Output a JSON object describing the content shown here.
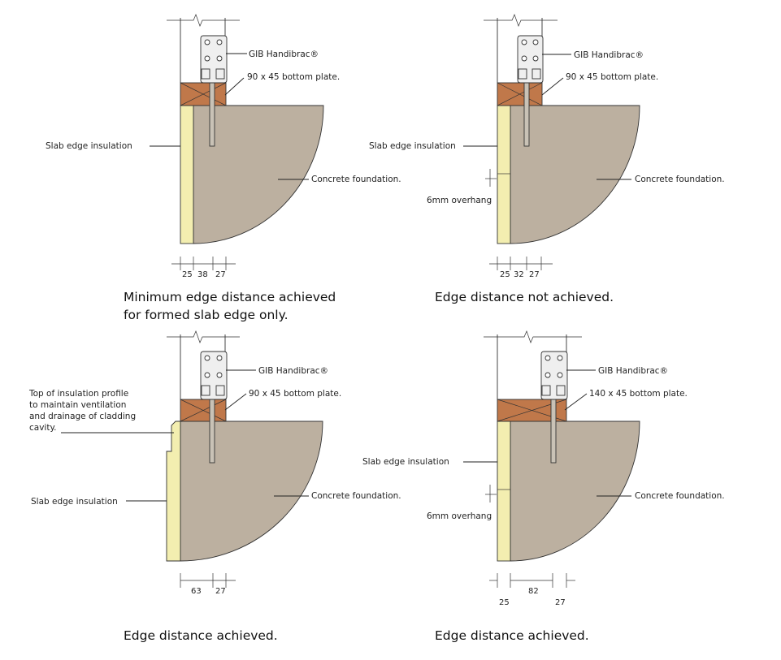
{
  "panels": [
    {
      "bracket_label": "GIB Handibrac®",
      "plate_label": "90 x 45 bottom plate.",
      "insulation_label": "Slab edge insulation",
      "foundation_label": "Concrete foundation.",
      "overhang_label": "",
      "profile_note": [],
      "dims": [
        "25",
        "38",
        "27"
      ],
      "caption": [
        "Minimum edge distance achieved",
        "for formed slab edge only."
      ]
    },
    {
      "bracket_label": "GIB Handibrac®",
      "plate_label": "90 x 45 bottom plate.",
      "insulation_label": "Slab edge insulation",
      "foundation_label": "Concrete foundation.",
      "overhang_label": "6mm overhang",
      "profile_note": [],
      "dims": [
        "25",
        "32",
        "27"
      ],
      "caption": [
        "Edge distance not achieved."
      ]
    },
    {
      "bracket_label": "GIB Handibrac®",
      "plate_label": "90 x 45 bottom plate.",
      "insulation_label": "Slab edge insulation",
      "foundation_label": "Concrete foundation.",
      "overhang_label": "",
      "profile_note": [
        "Top of insulation profile",
        "to maintain ventilation",
        "and drainage of cladding",
        "cavity."
      ],
      "dims": [
        "63",
        "27"
      ],
      "caption": [
        "Edge distance achieved."
      ]
    },
    {
      "bracket_label": "GIB Handibrac®",
      "plate_label": "140 x 45 bottom plate.",
      "insulation_label": "Slab edge insulation",
      "foundation_label": "Concrete foundation.",
      "overhang_label": "6mm overhang",
      "profile_note": [],
      "dims": [
        "25",
        "82",
        "27"
      ],
      "caption": [
        "Edge distance achieved."
      ]
    }
  ]
}
